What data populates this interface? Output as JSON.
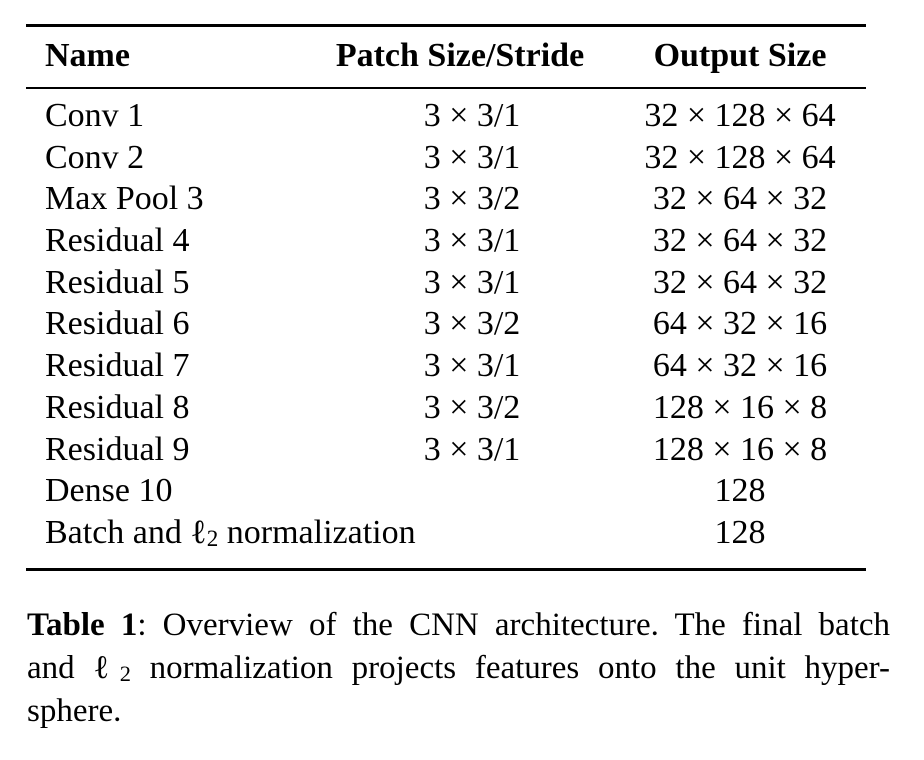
{
  "page": {
    "background": "#ffffff",
    "text_color": "#000000",
    "rule_color": "#000000"
  },
  "table": {
    "columns": [
      {
        "label": "Name"
      },
      {
        "label": "Patch Size/Stride"
      },
      {
        "label": "Output Size"
      }
    ],
    "rows": [
      {
        "name": "Conv 1",
        "patch": "3 × 3/1",
        "output": "32 × 128 × 64"
      },
      {
        "name": "Conv 2",
        "patch": "3 × 3/1",
        "output": "32 × 128 × 64"
      },
      {
        "name": "Max Pool 3",
        "patch": "3 × 3/2",
        "output": "32 × 64 × 32"
      },
      {
        "name": "Residual 4",
        "patch": "3 × 3/1",
        "output": "32 × 64 × 32"
      },
      {
        "name": "Residual 5",
        "patch": "3 × 3/1",
        "output": "32 × 64 × 32"
      },
      {
        "name": "Residual 6",
        "patch": "3 × 3/2",
        "output": "64 × 32 × 16"
      },
      {
        "name": "Residual 7",
        "patch": "3 × 3/1",
        "output": "64 × 32 × 16"
      },
      {
        "name": "Residual 8",
        "patch": "3 × 3/2",
        "output": "128 × 16 × 8"
      },
      {
        "name": "Residual 9",
        "patch": "3 × 3/1",
        "output": "128 × 16 × 8"
      },
      {
        "name": "Dense 10",
        "patch": "",
        "output": "128"
      },
      {
        "name": "Batch and ℓ2 normalization",
        "name_parts": {
          "prefix": "Batch and ",
          "symbol": "ℓ",
          "subscript": "2",
          "suffix": " normalization"
        },
        "patch": "",
        "output": "128"
      }
    ]
  },
  "caption": {
    "label": "Table 1",
    "line1_rest": ": Overview of the CNN architecture. The final batch",
    "line2_parts": {
      "prefix": "and ",
      "symbol": "ℓ",
      "subscript": "2",
      "rest": " normalization projects features onto the unit hyper-"
    },
    "line3": "sphere."
  }
}
